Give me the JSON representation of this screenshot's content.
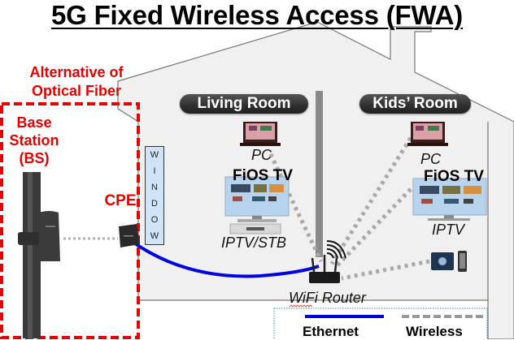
{
  "title": "5G Fixed Wireless Access (FWA)",
  "alternative_label": [
    "Alternative of",
    "Optical Fiber"
  ],
  "base_station_label": [
    "Base",
    "Station",
    "(BS)"
  ],
  "cpe_label": "CPE",
  "window_letters": [
    "W",
    "I",
    "N",
    "D",
    "O",
    "W"
  ],
  "rooms": {
    "living": {
      "name": "Living Room",
      "pc_label": "PC",
      "tv_brand": "FiOS TV",
      "tv_label": "IPTV/STB"
    },
    "kids": {
      "name": "Kids’ Room",
      "pc_label": "PC",
      "tv_brand": "FiOS TV",
      "tv_label": "IPTV"
    }
  },
  "router_label": "WiFi Router",
  "legend": {
    "ethernet": "Ethernet",
    "wireless": "Wireless"
  },
  "colors": {
    "accent_red": "#e60000",
    "ethernet_blue": "#0000e0",
    "wireless_gray": "#a0a0a0",
    "house_fill": "#f0f0f0"
  }
}
